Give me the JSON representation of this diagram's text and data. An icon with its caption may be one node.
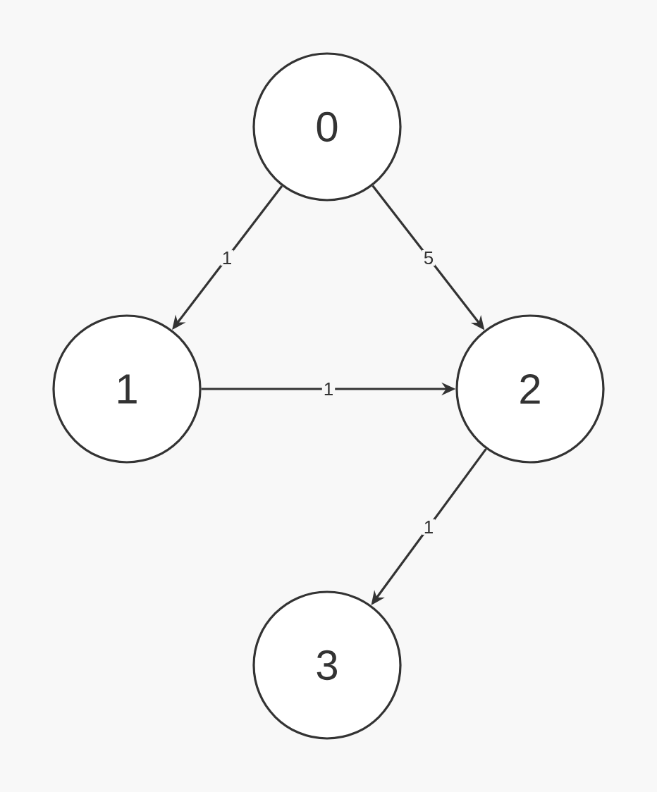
{
  "diagram": {
    "nodes": [
      {
        "text": [
          "0"
        ]
      },
      {
        "text": [
          "1"
        ]
      },
      {
        "text": [
          "2"
        ]
      },
      {
        "text": [
          "3"
        ]
      }
    ],
    "edges": [
      {
        "from": 0,
        "to": 1,
        "arrow": "to",
        "label": "1"
      },
      {
        "from": 0,
        "to": 2,
        "arrow": "to",
        "label": "5"
      },
      {
        "from": 1,
        "to": 2,
        "arrow": "to",
        "label": "1"
      },
      {
        "from": 2,
        "to": 3,
        "arrow": "to",
        "label": "1"
      }
    ]
  }
}
